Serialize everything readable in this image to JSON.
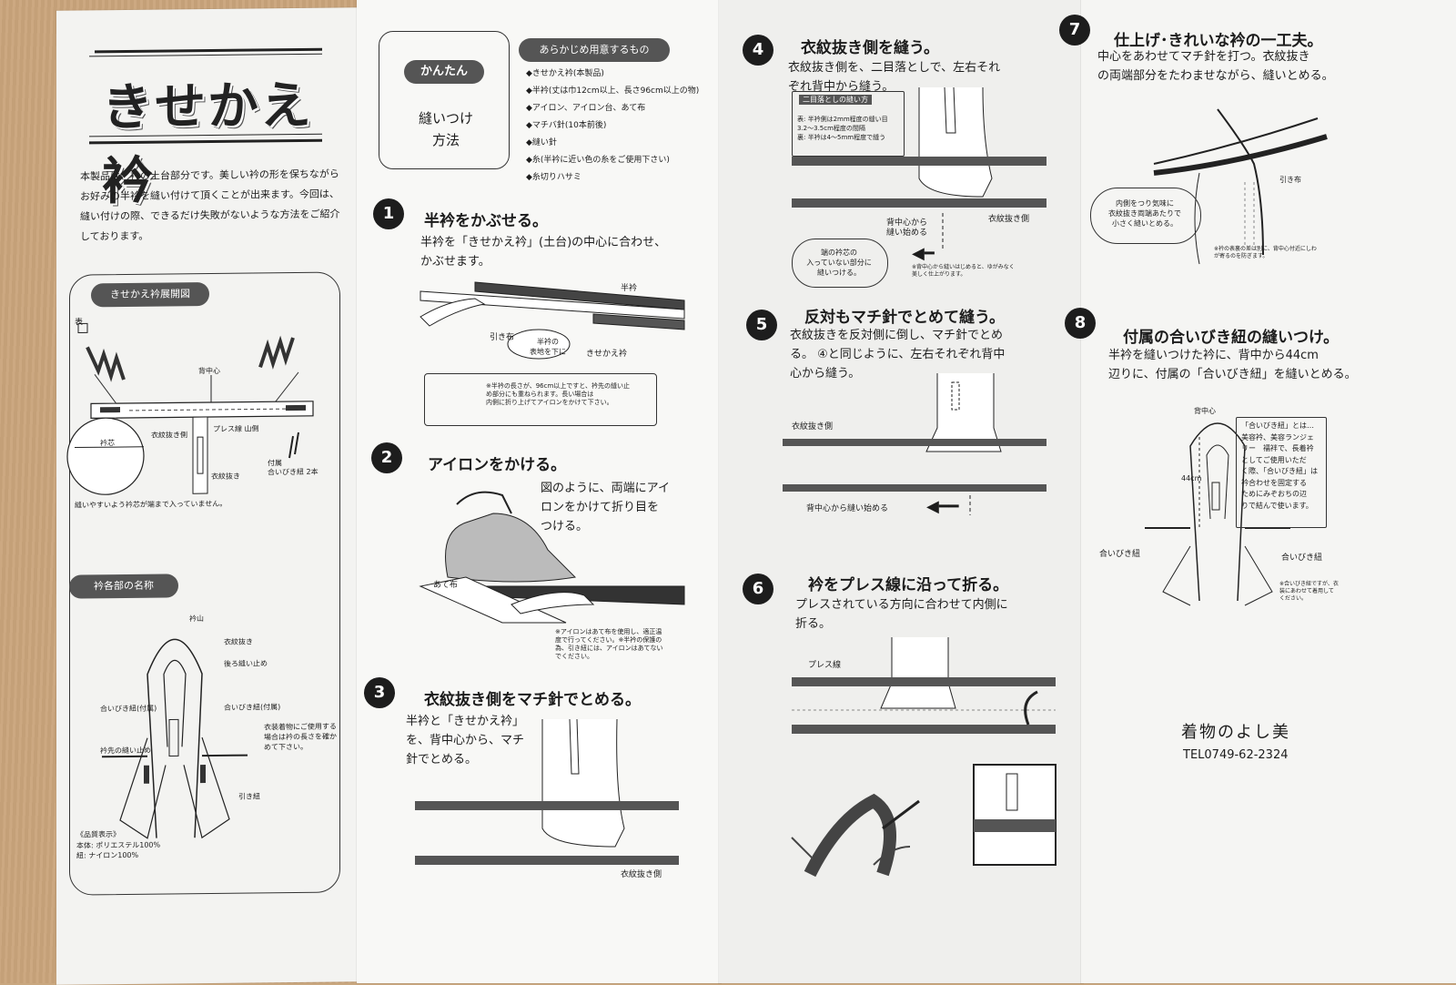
{
  "panel1": {
    "title": "きせかえ衿",
    "intro": [
      "本製品は、衿の土台部分です。美しい衿の形を保ちながら",
      "お好みの半衿を縫い付けて頂くことが出来ます。今回は、",
      "縫い付けの際、できるだけ失敗がないような方法をご紹介",
      "しております。"
    ],
    "diagram1_label": "きせかえ衿展開図",
    "d1_omote": "表",
    "d1_senaka": "背中心",
    "d1_eri": "衿芯",
    "d1_emonnuki_kata": "衣紋抜き側",
    "d1_press": "プレス線 山側",
    "d1_emonnuki": "衣紋抜き",
    "d1_fuzoku": "付属",
    "d1_aibiki": "合いびき紐 2本",
    "d1_note": "縫いやすいよう衿芯が端まで入っていません。",
    "diagram2_label": "衿各部の名称",
    "d2_eriyama": "衿山",
    "d2_emonnuki": "衣紋抜き",
    "d2_sentakudome": "後ろ縫い止め",
    "d2_aibiki_left": "合いびき紐(付属)",
    "d2_aibiki_right": "合いびき紐(付属)",
    "d2_eri_tsuke": "衿先の縫い止め",
    "d2_hikihimo": "引き紐",
    "d2_note_right": "衣装着物にご使用する場合は衿の長さを確かめて下さい。",
    "quality_title": "《品質表示》",
    "quality_lines": [
      "本体: ポリエステル100%",
      "紐: ナイロン100%"
    ]
  },
  "panel2": {
    "kantan": "かんたん",
    "method_lines": [
      "縫いつけ",
      "方法"
    ],
    "prep_label": "あらかじめ用意するもの",
    "prep_items": [
      "◆きせかえ衿(本製品)",
      "◆半衿(丈は巾12cm以上、長さ96cm以上の物)",
      "◆アイロン、アイロン台、あて布",
      "◆マチバ針(10本前後)",
      "◆縫い針",
      "◆糸(半衿に近い色の糸をご使用下さい)",
      "◆糸切りハサミ"
    ],
    "step1_num": "1",
    "step1_title": "半衿をかぶせる。",
    "step1_body": [
      "半衿を「きせかえ衿」(土台)の中心に合わせ、",
      "かぶせます。"
    ],
    "step1_han": "半衿",
    "step1_hiki": "引き布",
    "step1_bubble": [
      "半衿の",
      "表地を下に"
    ],
    "step1_kise": "きせかえ衿",
    "step1_note": [
      "※半衿の長さが、96cm以上ですと、衿先の縫い止",
      "め部分にも重ねられます。長い場合は",
      "内側に折り上げてアイロンをかけて下さい。"
    ],
    "step2_num": "2",
    "step2_title": "アイロンをかける。",
    "step2_body": [
      "図のように、両端にアイ",
      "ロンをかけて折り目を",
      "つける。"
    ],
    "step2_atepu": "あて布",
    "step2_note": [
      "※アイロンはあて布を使用し、適正温",
      "度で行ってください。※半衿の保護の",
      "為、引き紐には、アイロンはあてない",
      "でください。"
    ],
    "step3_num": "3",
    "step3_title": "衣紋抜き側をマチ針でとめる。",
    "step3_body": [
      "半衿と「きせかえ衿」",
      "を、背中心から、マチ",
      "針でとめる。"
    ],
    "step3_label": "衣紋抜き側"
  },
  "panel3": {
    "step4_num": "4",
    "step4_title": "衣紋抜き側を縫う。",
    "step4_body": [
      "衣紋抜き側を、二目落としで、左右それ",
      "ぞれ背中から縫う。"
    ],
    "step4_box_title": "二目落としの縫い方",
    "step4_box_lines": [
      "表: 半衿側は2mm程度の縫い目",
      "3.2〜3.5cm程度の間隔",
      "裏: 半衿は4〜5mm程度で縫う"
    ],
    "step4_senaka": [
      "背中心から",
      "縫い始める"
    ],
    "step4_emon": "衣紋抜き側",
    "step4_bubble": [
      "端の衿芯の",
      "入っていない部分に",
      "縫いつける。"
    ],
    "step4_note": [
      "※背中心から縫いはじめると、ゆがみなく",
      "美しく仕上がります。"
    ],
    "step5_num": "5",
    "step5_title": "反対もマチ針でとめて縫う。",
    "step5_body": [
      "衣紋抜きを反対側に倒し、マチ針でとめ",
      "る。 ④と同じように、左右それぞれ背中",
      "心から縫う。"
    ],
    "step5_emon": "衣紋抜き側",
    "step5_senaka": "背中心から縫い始める",
    "step6_num": "6",
    "step6_title": "衿をプレス線に沿って折る。",
    "step6_body": [
      "プレスされている方向に合わせて内側に",
      "折る。"
    ],
    "step6_press": "プレス線"
  },
  "panel4": {
    "step7_num": "7",
    "step7_title": "仕上げ･きれいな衿の一工夫。",
    "step7_body": [
      "中心をあわせてマチ針を打つ。衣紋抜き",
      "の両端部分をたわませながら、縫いとめる。"
    ],
    "step7_hiki": "引き布",
    "step7_bubble": [
      "内側をつり気味に",
      "衣紋抜き両端あたりで",
      "小さく縫いとめる。"
    ],
    "step7_note": [
      "※衿の表裏の差は別に、背中心付近にしわ",
      "が寄るのを防ぎます。"
    ],
    "step8_num": "8",
    "step8_title": "付属の合いびき紐の縫いつけ。",
    "step8_body": [
      "半衿を縫いつけた衿に、背中から44cm",
      "辺りに、付属の「合いびき紐」を縫いとめる。"
    ],
    "step8_senaka": "背中心",
    "step8_44": "44cm",
    "step8_box": [
      "「合いびき紐」とは…",
      "美容衿、美容ランジェ",
      "リー　襦袢で、長着衿",
      "としてご使用いただ",
      "く際、「合いびき紐」は",
      "衿合わせを固定する",
      "ためにみぞおちの辺",
      "りで結んで使います。"
    ],
    "step8_left": "合いびき紐",
    "step8_right": "合いびき紐",
    "step8_note": [
      "※合いびき紐ですが、衣",
      "装にあわせて着用して",
      "ください。"
    ],
    "shop_name": "着物のよし美",
    "shop_tel": "TEL0749-62-2324"
  }
}
